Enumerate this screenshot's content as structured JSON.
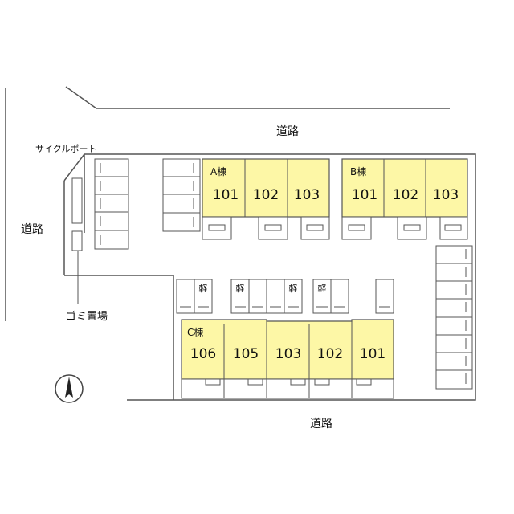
{
  "roads": {
    "north": "道路",
    "west": "道路",
    "south": "道路"
  },
  "facilities": {
    "cycle_port": "サイクルポート",
    "garbage": "ゴミ置場",
    "kei": "軽"
  },
  "buildings": {
    "A": {
      "name": "A棟",
      "units": [
        "101",
        "102",
        "103"
      ]
    },
    "B": {
      "name": "B棟",
      "units": [
        "101",
        "102",
        "103"
      ]
    },
    "C": {
      "name": "C棟",
      "units": [
        "106",
        "105",
        "103",
        "102",
        "101"
      ]
    }
  },
  "colors": {
    "unit_fill": "#fdf7a6",
    "line": "#555555"
  }
}
